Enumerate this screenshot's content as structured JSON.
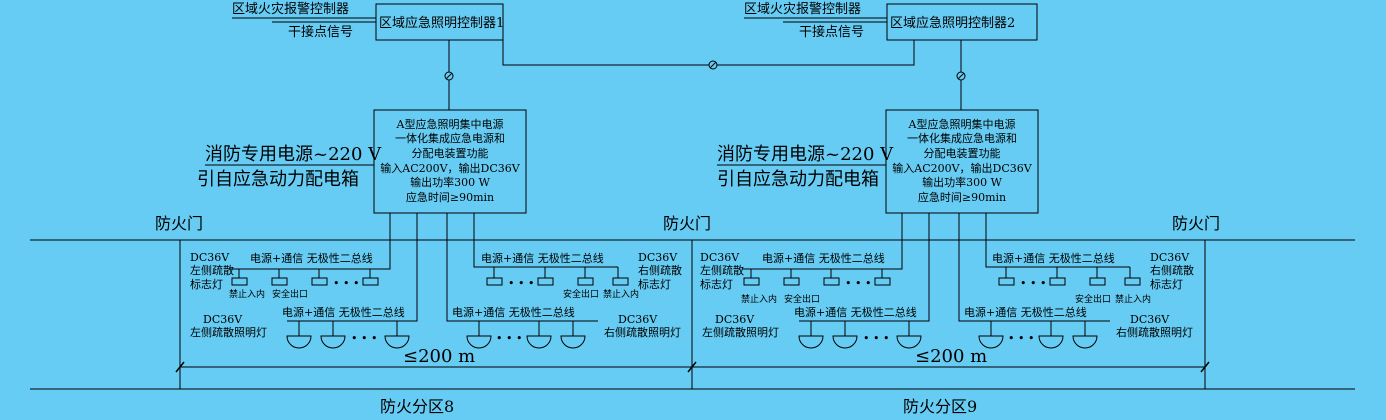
{
  "left": {
    "fire_alarm": "区域火灾报警控制器",
    "dry_contact": "干接点信号",
    "controller": "区域应急照明控制器1",
    "power_lines": [
      "A型应急照明集中电源",
      "一体化集成应急电源和",
      "分配电装置功能",
      "输入AC200V，输出DC36V",
      "输出功率300 W",
      "应急时间≥90min"
    ],
    "supply_line1": "消防专用电源~220 V",
    "supply_line2": "引自应急动力配电箱",
    "bus_label": "电源+通信  无极性二总线",
    "left_sign_lines": [
      "DC36V",
      "左侧疏散",
      "标志灯"
    ],
    "right_sign_lines": [
      "DC36V",
      "右侧疏散",
      "标志灯"
    ],
    "left_light_lines": [
      "DC36V",
      "左侧疏散照明灯"
    ],
    "right_light_lines": [
      "DC36V",
      "右侧疏散照明灯"
    ],
    "no_entry": "禁止入内",
    "exit": "安全出口",
    "distance": "≤200 m",
    "zone": "防火分区8"
  },
  "right": {
    "fire_alarm": "区域火灾报警控制器",
    "dry_contact": "干接点信号",
    "controller": "区域应急照明控制器2",
    "power_lines": [
      "A型应急照明集中电源",
      "一体化集成应急电源和",
      "分配电装置功能",
      "输入AC200V，输出DC36V",
      "输出功率300 W",
      "应急时间≥90min"
    ],
    "supply_line1": "消防专用电源~220 V",
    "supply_line2": "引自应急动力配电箱",
    "bus_label": "电源+通信  无极性二总线",
    "left_sign_lines": [
      "DC36V",
      "左侧疏散",
      "标志灯"
    ],
    "right_sign_lines": [
      "DC36V",
      "右侧疏散",
      "标志灯"
    ],
    "left_light_lines": [
      "DC36V",
      "左侧疏散照明灯"
    ],
    "right_light_lines": [
      "DC36V",
      "右侧疏散照明灯"
    ],
    "no_entry": "禁止入内",
    "exit": "安全出口",
    "distance": "≤200 m",
    "zone": "防火分区9"
  },
  "fire_doors": [
    "防火门",
    "防火门",
    "防火门"
  ],
  "ellipsis": "• • •"
}
